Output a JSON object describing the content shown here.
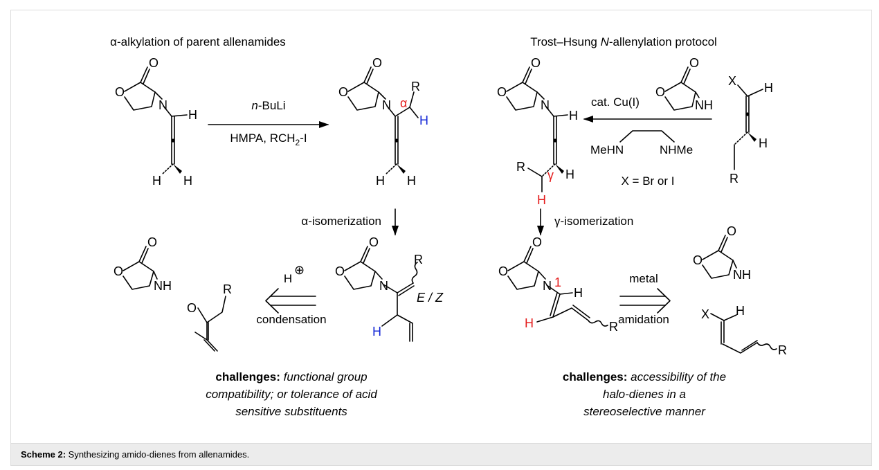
{
  "titles": {
    "left": "α-alkylation of parent allenamides",
    "right_prefix": "Trost–Hsung ",
    "right_italic": "N",
    "right_suffix": "-allenylation protocol"
  },
  "atoms": {
    "O": "O",
    "N": "N",
    "NH": "NH",
    "H": "H",
    "R": "R",
    "X": "X",
    "alpha": "α",
    "gamma": "γ",
    "one": "1",
    "plus": "⊕"
  },
  "reagents": {
    "nbuli_prefix": "n",
    "nbuli_suffix": "-BuLi",
    "hmpa_prefix": "HMPA, RCH",
    "hmpa_sub": "2",
    "hmpa_suffix": "-I",
    "cat_cu": "cat. Cu(I)",
    "mehn": "MeHN",
    "nhme": "NHMe",
    "x_eq": "X = Br or I",
    "alpha_iso": "α-isomerization",
    "gamma_iso": "γ-isomerization",
    "h_plus": "H",
    "condensation": "condensation",
    "metal": "metal",
    "amidation": "amidation",
    "ez": "E / Z"
  },
  "challenges": {
    "left_bold": "challenges:",
    "left_line1": " functional group",
    "left_line2": "compatibility; or tolerance of acid",
    "left_line3": "sensitive substituents",
    "right_bold": "challenges:",
    "right_line1": " accessibility of the",
    "right_line2": "halo-dienes in a",
    "right_line3": "stereoselective manner"
  },
  "caption": {
    "label": "Scheme 2:",
    "text": " Synthesizing amido-dienes from allenamides."
  }
}
